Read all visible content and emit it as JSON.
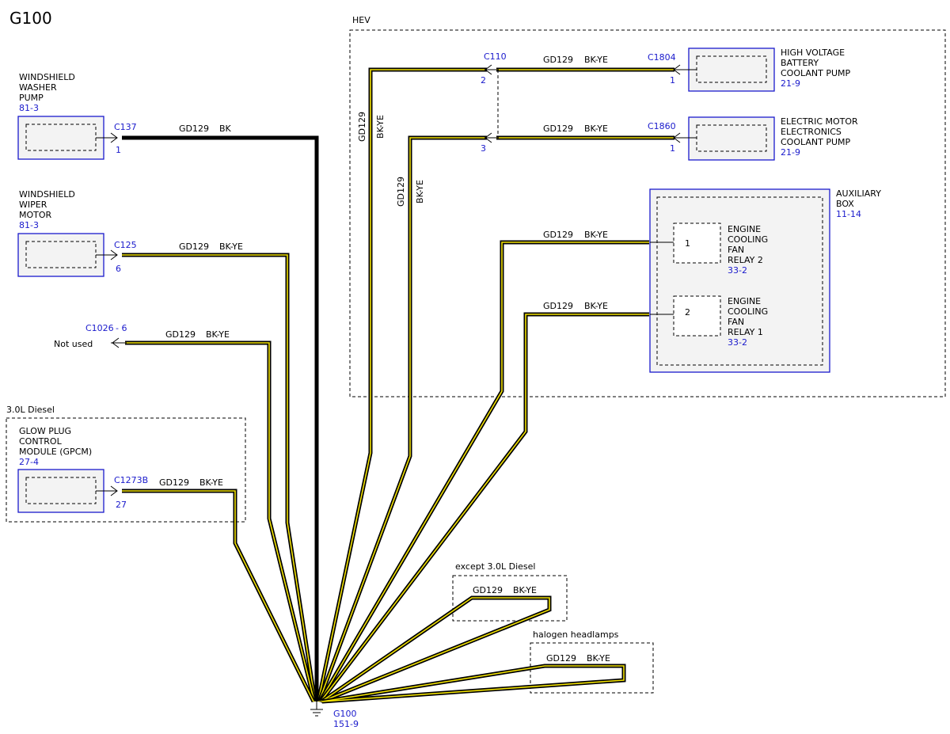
{
  "title": "G100",
  "groups": {
    "hev": "HEV",
    "diesel": "3.0L Diesel",
    "except_diesel": "except 3.0L Diesel",
    "halogen": "halogen headlamps"
  },
  "components": {
    "washer_pump": {
      "lines": [
        "WINDSHIELD",
        "WASHER",
        "PUMP"
      ],
      "ref": "81-3",
      "connector": "C137",
      "pin": "1",
      "circuit": "GD129",
      "color": "BK"
    },
    "wiper_motor": {
      "lines": [
        "WINDSHIELD",
        "WIPER",
        "MOTOR"
      ],
      "ref": "81-3",
      "connector": "C125",
      "pin": "6",
      "circuit": "GD129",
      "color": "BK-YE"
    },
    "not_used": {
      "connector": "C1026",
      "pin_label": "- 6",
      "label": "Not used",
      "circuit": "GD129",
      "color": "BK-YE"
    },
    "gpcm": {
      "lines": [
        "GLOW PLUG",
        "CONTROL",
        "MODULE (GPCM)"
      ],
      "ref": "27-4",
      "connector": "C1273B",
      "pin": "27",
      "circuit": "GD129",
      "color": "BK-YE"
    },
    "hv_pump": {
      "lines": [
        "HIGH VOLTAGE",
        "BATTERY",
        "COOLANT PUMP"
      ],
      "ref": "21-9",
      "connector": "C1804",
      "pin": "1",
      "circuit": "GD129",
      "color": "BK-YE"
    },
    "em_pump": {
      "lines": [
        "ELECTRIC MOTOR",
        "ELECTRONICS",
        "COOLANT PUMP"
      ],
      "ref": "21-9",
      "connector": "C1860",
      "pin": "1",
      "circuit": "GD129",
      "color": "BK-YE"
    },
    "c110": {
      "connector": "C110",
      "pin_top": "2",
      "pin_bottom": "3",
      "circuit": "GD129",
      "color": "BK-YE"
    },
    "aux_box": {
      "lines": [
        "AUXILIARY",
        "BOX"
      ],
      "ref": "11-14"
    },
    "relay2": {
      "num": "1",
      "lines": [
        "ENGINE",
        "COOLING",
        "FAN",
        "RELAY 2"
      ],
      "ref": "33-2",
      "circuit": "GD129",
      "color": "BK-YE"
    },
    "relay1": {
      "num": "2",
      "lines": [
        "ENGINE",
        "COOLING",
        "FAN",
        "RELAY 1"
      ],
      "ref": "33-2",
      "circuit": "GD129",
      "color": "BK-YE"
    },
    "except_wire": {
      "circuit": "GD129",
      "color": "BK-YE"
    },
    "halogen_wire": {
      "circuit": "GD129",
      "color": "BK-YE"
    },
    "ground": {
      "name": "G100",
      "ref": "151-9"
    }
  }
}
